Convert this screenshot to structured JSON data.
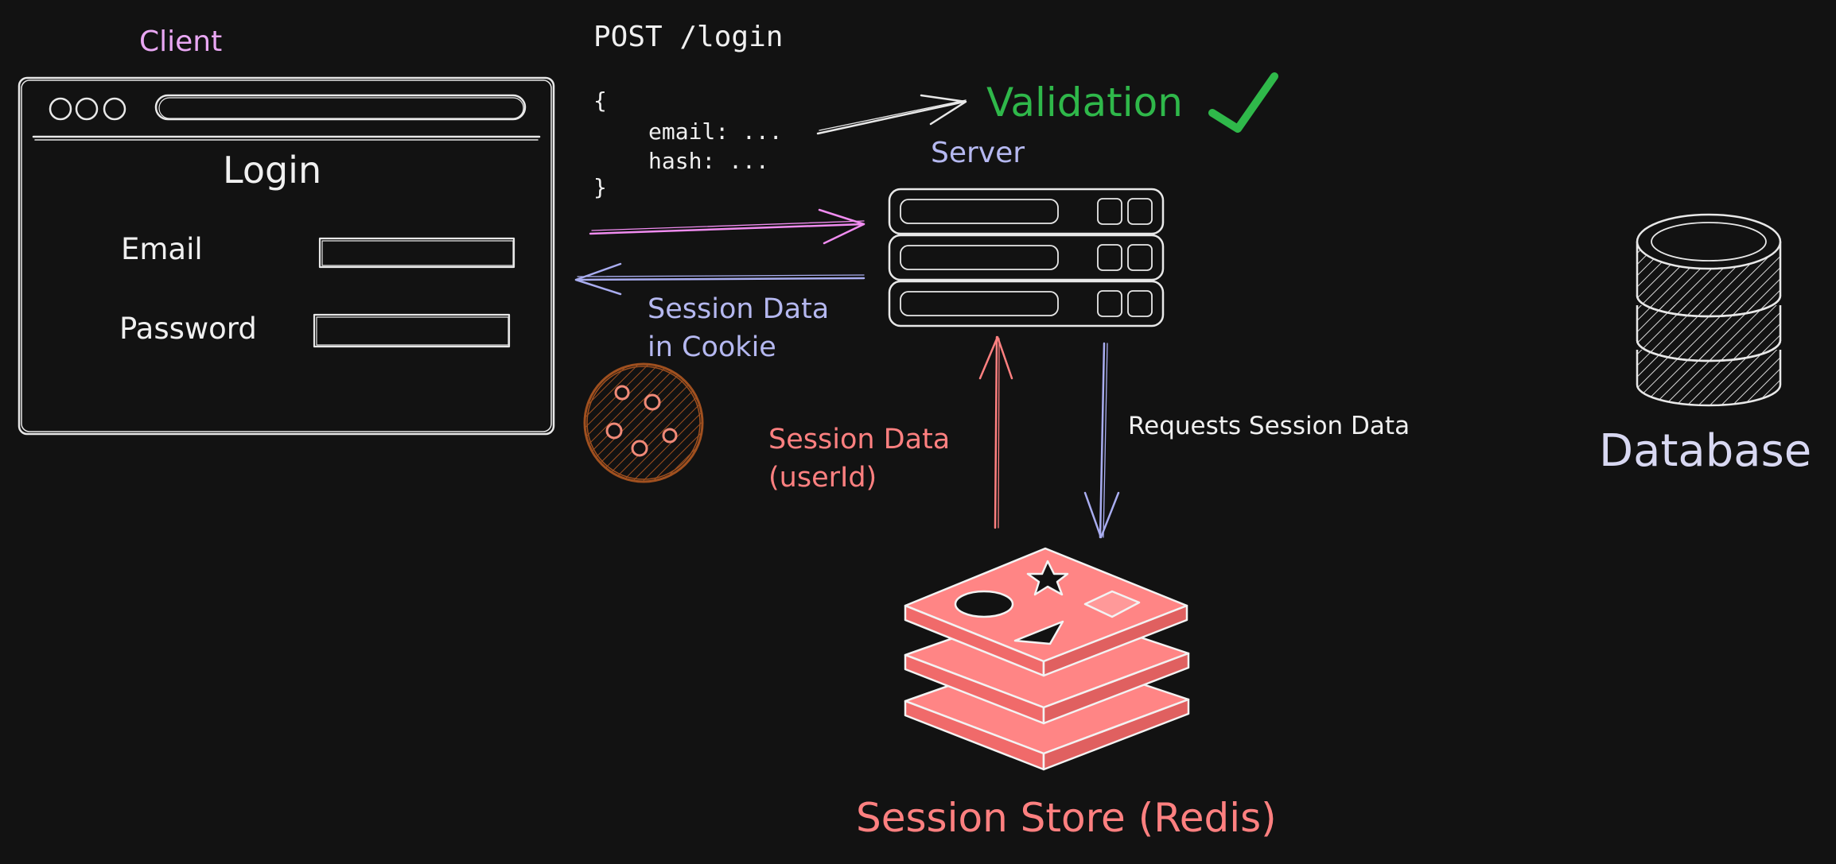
{
  "colors": {
    "background": "#121212",
    "sketch": "#e8e8e8",
    "client_label": "#e9a7f3",
    "server_label": "#b5b8f0",
    "validation": "#2fb84a",
    "session_red": "#ff8080",
    "redis_fill": "#ff8585",
    "cookie": "#a0501f",
    "cookie_dots": "#f08a78",
    "request_arrow": "#f08cf0",
    "response_arrow": "#a9adf0"
  },
  "client": {
    "label": "Client",
    "form_title": "Login",
    "email_label": "Email",
    "password_label": "Password"
  },
  "request": {
    "method_path": "POST /login",
    "open_brace": "{",
    "email_line": "email: ...",
    "hash_line": "hash: ...",
    "close_brace": "}"
  },
  "validation": {
    "label": "Validation"
  },
  "server": {
    "label": "Server"
  },
  "response": {
    "line1": "Session Data",
    "line2": "in Cookie"
  },
  "session_up": {
    "line1": "Session Data",
    "line2": "(userId)"
  },
  "session_request": {
    "label": "Requests Session Data"
  },
  "session_store": {
    "label": "Session Store (Redis)"
  },
  "database": {
    "label": "Database"
  },
  "icons": [
    "browser-window-icon",
    "server-rack-icon",
    "cookie-icon",
    "redis-stack-icon",
    "database-cylinder-icon",
    "checkmark-icon"
  ]
}
